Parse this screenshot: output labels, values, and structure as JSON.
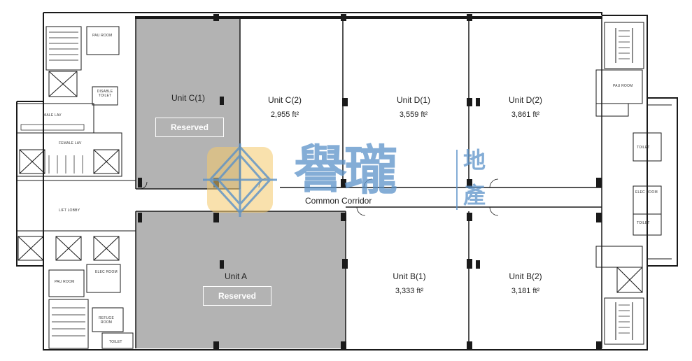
{
  "units": [
    {
      "id": "c1",
      "name": "Unit C(1)",
      "area": "",
      "reserved": true
    },
    {
      "id": "c2",
      "name": "Unit C(2)",
      "area": "2,955 ft²",
      "reserved": false
    },
    {
      "id": "d1",
      "name": "Unit D(1)",
      "area": "3,559 ft²",
      "reserved": false
    },
    {
      "id": "d2",
      "name": "Unit D(2)",
      "area": "3,861 ft²",
      "reserved": false
    },
    {
      "id": "a",
      "name": "Unit A",
      "area": "",
      "reserved": true
    },
    {
      "id": "b1",
      "name": "Unit B(1)",
      "area": "3,333 ft²",
      "reserved": false
    },
    {
      "id": "b2",
      "name": "Unit B(2)",
      "area": "3,181 ft²",
      "reserved": false
    }
  ],
  "reserved_label": "Reserved",
  "corridor_label": "Common Corridor",
  "rooms": {
    "pau_room_top_left": "PAU ROOM",
    "pau_room_top_right": "PAU ROOM",
    "pau_room_bottom_left": "PAU ROOM",
    "male_lav": "MALE LAV",
    "female_lav": "FEMALE LAV",
    "lift_lobby": "LIFT LOBBY",
    "elec_room_left": "ELEC ROOM",
    "elec_room_right": "ELEC ROOM",
    "refuge_room": "REFUGE ROOM",
    "toilet_right_top": "TOILET",
    "toilet_right_bottom": "TOILET",
    "toilet_bottom_left": "TOILET",
    "disable_toilet": "DISABLE TOILET"
  },
  "watermark": {
    "main": "譽瓏",
    "side_top": "地",
    "side_bottom": "產"
  },
  "colors": {
    "reserved_fill": "#b3b3b3",
    "wall": "#1a1a1a",
    "watermark_blue": "#5b92c8",
    "watermark_gold": "#f4c86a"
  }
}
